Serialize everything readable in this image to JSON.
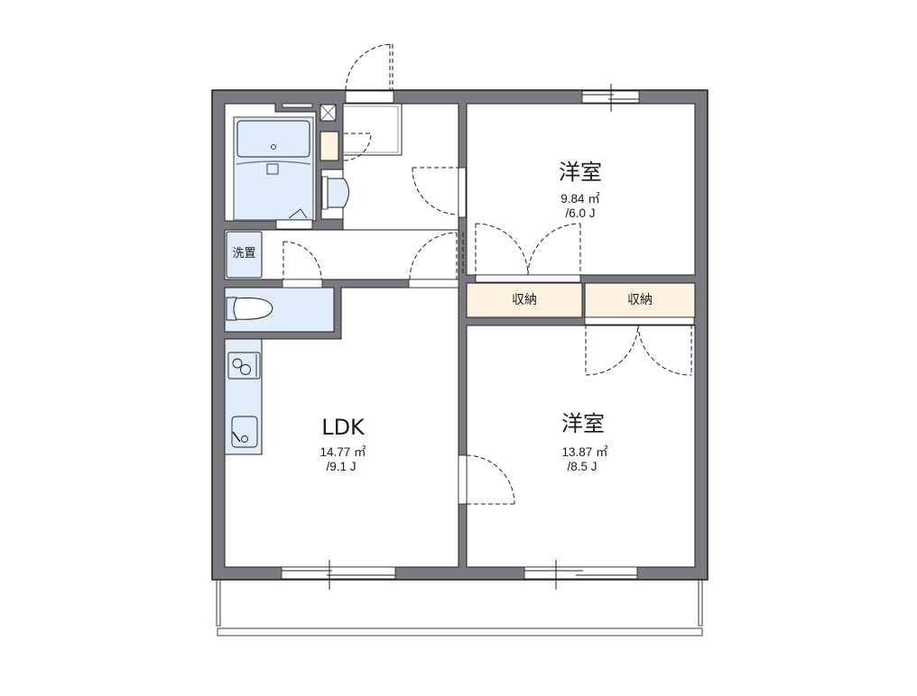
{
  "floorplan": {
    "colors": {
      "wall": "#7b7a80",
      "wall_outline": "#1c1c1c",
      "wet_area": "#e2edfb",
      "storage": "#fdf3e0",
      "floor": "#ffffff"
    },
    "rooms": [
      {
        "id": "western-room-1",
        "name": "洋室",
        "area": "9.84 ㎡",
        "tatami": "/6.0 J"
      },
      {
        "id": "ldk",
        "name": "LDK",
        "area": "14.77 ㎡",
        "tatami": "/9.1 J"
      },
      {
        "id": "western-room-2",
        "name": "洋室",
        "area": "13.87 ㎡",
        "tatami": "/8.5 J"
      }
    ],
    "storage": [
      {
        "id": "closet-1",
        "label": "収納"
      },
      {
        "id": "closet-2",
        "label": "収納"
      }
    ],
    "fixtures": {
      "washer_space": "洗置"
    }
  }
}
